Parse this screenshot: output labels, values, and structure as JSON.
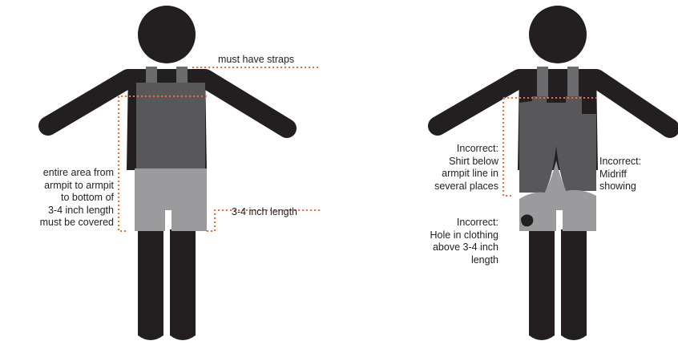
{
  "colors": {
    "figure": "#231f20",
    "shirt": "#58585a",
    "shorts": "#9b9b9d",
    "strap": "#6b6b6d",
    "guide": "#f26c3a",
    "text": "#222222"
  },
  "correct": {
    "straps_label": "must have straps",
    "coverage_label": "entire area from\narmpit to armpit\nto bottom of\n3-4 inch length\nmust be covered",
    "length_label": "3-4 inch length"
  },
  "incorrect": {
    "armpit_label": "Incorrect:\nShirt below\narmpit line in\nseveral places",
    "midriff_label": "Incorrect:\nMidriff\nshowing",
    "hole_label": "Incorrect:\nHole in clothing\nabove 3-4 inch\nlength"
  }
}
